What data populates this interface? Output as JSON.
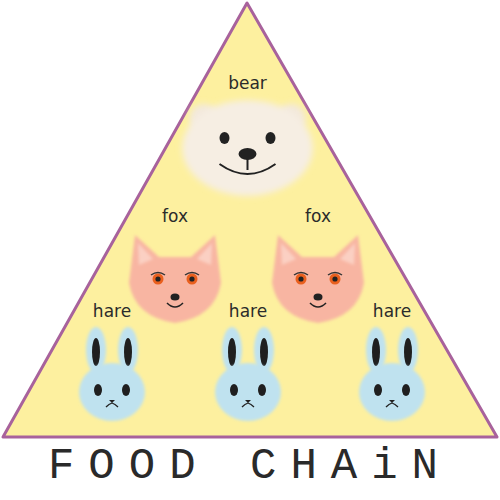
{
  "diagram": {
    "title": "FOOD CHAiN",
    "nodes": [
      {
        "text": [
          "bear"
        ]
      },
      {
        "text": [
          "fox"
        ]
      },
      {
        "text": [
          "fox"
        ]
      },
      {
        "text": [
          "hare"
        ]
      },
      {
        "text": [
          "hare"
        ]
      },
      {
        "text": [
          "hare"
        ]
      }
    ]
  }
}
